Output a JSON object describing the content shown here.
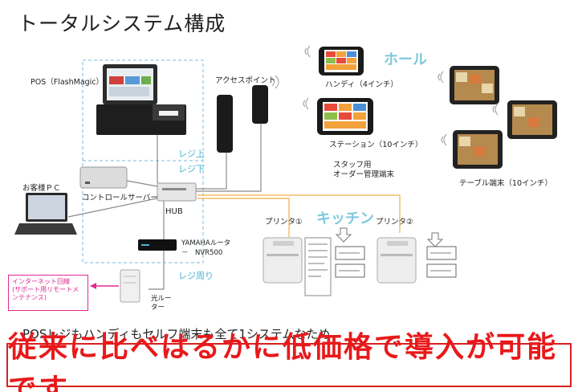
{
  "title": "トータルシステム構成",
  "labels": {
    "pos": "POS（FlashMagic）",
    "access_point": "アクセスポイント",
    "handy": "ハンディ（4インチ）",
    "station": "ステーション（10インチ）",
    "staff": "スタッフ用",
    "order_mgmt": "オーダー管理端末",
    "table_terminal": "テーブル端末（10インチ）",
    "customer_pc": "お客様ＰＣ",
    "control_server": "コントロールサーバー",
    "hub": "HUB",
    "register_top": "レジ上",
    "register_bottom": "レジ下",
    "register_around": "レジ周り",
    "yamaha_router": "YAMAHAルータ",
    "yamaha_model": "－　NVR500",
    "optical_router_1": "光ルー",
    "optical_router_2": "ター",
    "printer1": "プリンタ①",
    "printer2": "プリンタ②"
  },
  "areas": {
    "hall": "ホール",
    "kitchen": "キッチン"
  },
  "internet_note": "インターネット回線\n(サポート用リモートメンテナンス)",
  "footer": {
    "subtitle": "POSレジもハンディもセルフ端末も全て1システムなため",
    "headline": "従来に比べはるかに低価格で導入が可能です"
  },
  "colors": {
    "wire": "#8a8a8a",
    "wire_orange": "#f0b040",
    "dashed_box": "#7ab8e0",
    "banner_red": "#e8191b",
    "internet_pink": "#e22a8d",
    "area_cyan": "#7fc8dd"
  }
}
